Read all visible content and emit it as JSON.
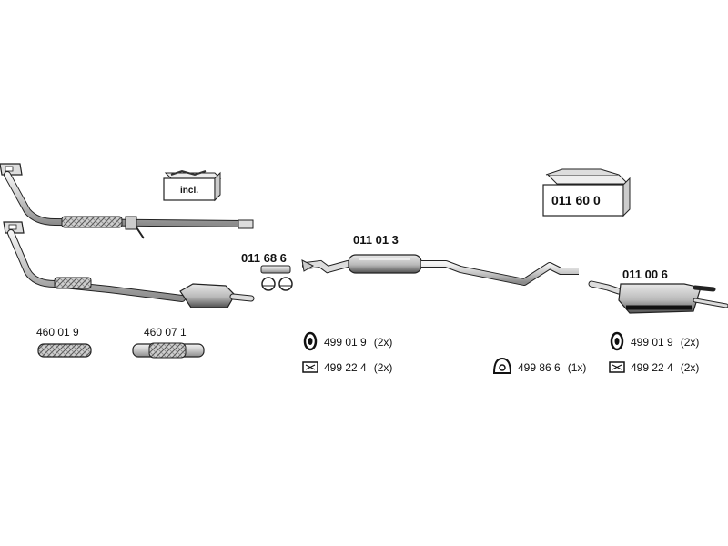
{
  "parts": {
    "front_pipe_incl_box": {
      "text": "incl."
    },
    "kit_box": {
      "number": "011 60 0"
    },
    "clamp": {
      "number": "011 68 6"
    },
    "centre_silencer": {
      "number": "011 01 3"
    },
    "rear_silencer": {
      "number": "011 00 6"
    },
    "flex_pipe_1": {
      "number": "460 01 9"
    },
    "flex_pipe_2": {
      "number": "460 07 1"
    }
  },
  "accessories": [
    {
      "number": "499 01 9",
      "qty": "(2x)",
      "icon": "rubber-ring-icon"
    },
    {
      "number": "499 22 4",
      "qty": "(2x)",
      "icon": "mounting-bracket-icon"
    },
    {
      "number": "499 86 6",
      "qty": "(1x)",
      "icon": "gasket-icon"
    },
    {
      "number": "499 01 9",
      "qty": "(2x)",
      "icon": "rubber-ring-icon"
    },
    {
      "number": "499 22 4",
      "qty": "(2x)",
      "icon": "mounting-bracket-icon"
    }
  ],
  "colors": {
    "line": "#222222",
    "pipe_fill": "#d6d6d6",
    "dark": "#3a3a3a"
  }
}
